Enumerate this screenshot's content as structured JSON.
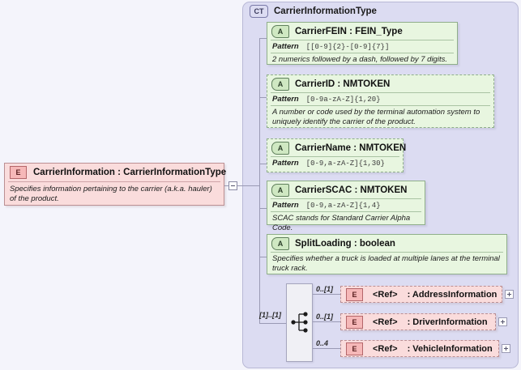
{
  "diagram": {
    "type": "xsd-complextype-diagram",
    "background_color": "#f4f4fb",
    "container_color": "#dcdcf2"
  },
  "complex_type": {
    "badge": "CT",
    "title": "CarrierInformationType"
  },
  "root_element": {
    "badge": "E",
    "title": "CarrierInformation : CarrierInformationType",
    "documentation": "Specifies information pertaining to the carrier (a.k.a. hauler) of the product."
  },
  "attributes": [
    {
      "badge": "A",
      "title": "CarrierFEIN : FEIN_Type",
      "facet_label": "Pattern",
      "facet_value": "[[0-9]{2}-[0-9]{7}]",
      "documentation": "2 numerics followed by a dash, followed by 7 digits.",
      "border": "solid"
    },
    {
      "badge": "A",
      "title": "CarrierID : NMTOKEN",
      "facet_label": "Pattern",
      "facet_value": "[0-9a-zA-Z]{1,20}",
      "documentation": "A number or code used by the terminal automation system to uniquely identify the carrier of the product.",
      "border": "dashed"
    },
    {
      "badge": "A",
      "title": "CarrierName : NMTOKEN",
      "facet_label": "Pattern",
      "facet_value": "[0-9,a-zA-Z]{1,30}",
      "documentation": "",
      "border": "dashed"
    },
    {
      "badge": "A",
      "title": "CarrierSCAC : NMTOKEN",
      "facet_label": "Pattern",
      "facet_value": "[0-9,a-zA-Z]{1,4}",
      "documentation": "SCAC stands for Standard Carrier Alpha Code.",
      "border": "solid"
    },
    {
      "badge": "A",
      "title": "SplitLoading : boolean",
      "facet_label": "",
      "facet_value": "",
      "documentation": "Specifies whether a truck is loaded at multiple lanes at the terminal truck rack.",
      "border": "solid"
    }
  ],
  "compositor": {
    "kind": "sequence",
    "occurrence": "[1]..[1]"
  },
  "child_elements": [
    {
      "badge": "E",
      "ref_tag": "<Ref>",
      "name": ": AddressInformation",
      "occurrence": "0..[1]",
      "border": "dashed",
      "expand": "+"
    },
    {
      "badge": "E",
      "ref_tag": "<Ref>",
      "name": ": DriverInformation",
      "occurrence": "0..[1]",
      "border": "dashed",
      "expand": "+"
    },
    {
      "badge": "E",
      "ref_tag": "<Ref>",
      "name": ": VehicleInformation",
      "occurrence": "0..4",
      "border": "dashed",
      "expand": "+"
    }
  ]
}
